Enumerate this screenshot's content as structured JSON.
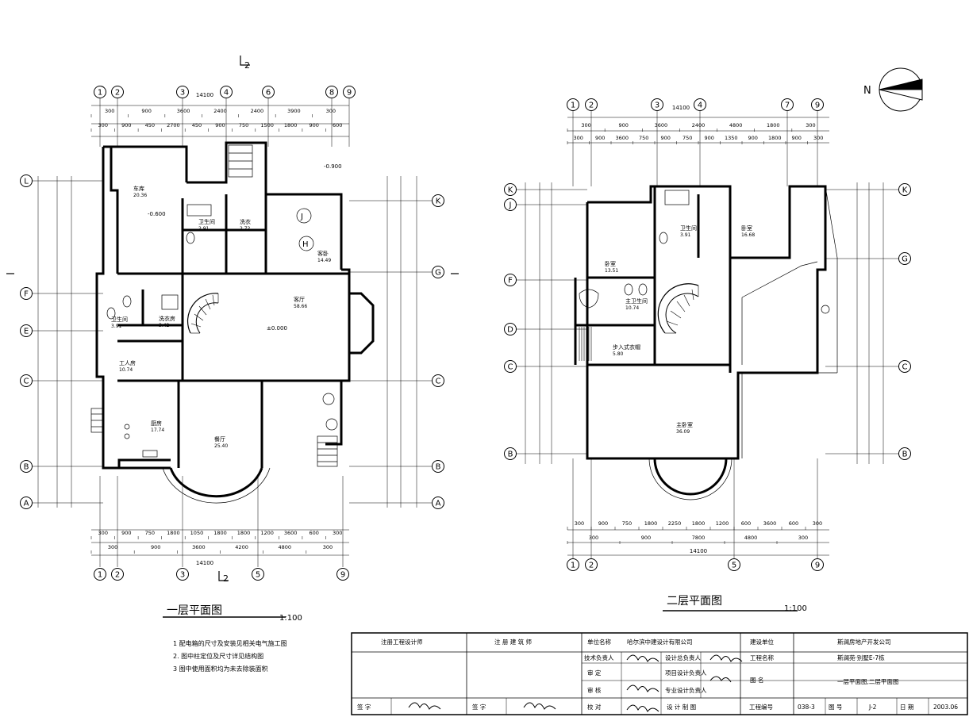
{
  "plan1": {
    "title": "一层平面图",
    "scale": "1:100",
    "top_axes": [
      "1",
      "2",
      "3",
      "4",
      "6",
      "8",
      "9"
    ],
    "bottom_axes": [
      "1",
      "2",
      "3",
      "5",
      "9"
    ],
    "left_axes": [
      "L",
      "F",
      "E",
      "C",
      "B",
      "A"
    ],
    "right_axes": [
      "K",
      "G",
      "C",
      "B",
      "A"
    ],
    "total_width": "14100",
    "top_dims_row1": [
      "300",
      "900",
      "3600",
      "2400",
      "2400",
      "3900",
      "300"
    ],
    "top_dims_row2": [
      "300",
      "900",
      "450",
      "2700",
      "450",
      "900",
      "750",
      "1500",
      "1800",
      "900",
      "600"
    ],
    "bottom_dims_row1": [
      "300",
      "900",
      "750",
      "1800",
      "1050",
      "1800",
      "1800",
      "1200",
      "3600",
      "600",
      "300"
    ],
    "bottom_dims_row2": [
      "300",
      "900",
      "3600",
      "4200",
      "4800",
      "300"
    ],
    "rooms": [
      {
        "name": "车库",
        "area": "20.36"
      },
      {
        "name": "卫生间",
        "area": "2.91"
      },
      {
        "name": "洗衣",
        "area": "2.72"
      },
      {
        "name": "客卧",
        "area": "14.49"
      },
      {
        "name": "客厅",
        "area": "58.66"
      },
      {
        "name": "卫生间",
        "area": "3.91"
      },
      {
        "name": "洗衣房",
        "area": "3.42"
      },
      {
        "name": "工人房",
        "area": "10.74"
      },
      {
        "name": "厨房",
        "area": "17.74"
      },
      {
        "name": "餐厅",
        "area": "25.40"
      }
    ],
    "elevations": [
      "-0.600",
      "-0.900",
      "±0.000"
    ],
    "section_mark": "2",
    "notes": [
      "1  配电箱的尺寸及安装见相关电气施工图",
      "2. 图中柱定位及尺寸详见结构图",
      "3  图中使用面积均为未去除装面积"
    ]
  },
  "plan2": {
    "title": "二层平面图",
    "scale": "1:100",
    "top_axes": [
      "1",
      "2",
      "3",
      "4",
      "7",
      "9"
    ],
    "bottom_axes": [
      "1",
      "2",
      "5",
      "9"
    ],
    "left_axes": [
      "K",
      "J",
      "F",
      "D",
      "C",
      "B"
    ],
    "right_axes": [
      "K",
      "G",
      "C",
      "B"
    ],
    "total_width": "14100",
    "top_dims_row1": [
      "300",
      "900",
      "3600",
      "2400",
      "4800",
      "1800",
      "300"
    ],
    "top_dims_row2": [
      "300",
      "900",
      "3600",
      "750",
      "900",
      "750",
      "900",
      "1350",
      "900",
      "1800",
      "900",
      "300"
    ],
    "bottom_dims_row1": [
      "300",
      "900",
      "750",
      "1800",
      "2250",
      "1800",
      "1200",
      "600",
      "3600",
      "600",
      "300"
    ],
    "bottom_dims_row2": [
      "300",
      "900",
      "7800",
      "4800",
      "300"
    ],
    "rooms": [
      {
        "name": "卧室",
        "area": "13.51"
      },
      {
        "name": "卫生间",
        "area": "3.91"
      },
      {
        "name": "卧室",
        "area": "16.68"
      },
      {
        "name": "主卫生间",
        "area": "10.74"
      },
      {
        "name": "步入式衣帽",
        "area": "5.80"
      },
      {
        "name": "主卧室",
        "area": "36.09"
      }
    ]
  },
  "compass": {
    "label": "N"
  },
  "title_block": {
    "reg_engineer": "注册工程设计师",
    "reg_architect": "注 册 建 筑 师",
    "unit_name_label": "单位名称",
    "unit_name": "哈尔滨中建设计有限公司",
    "client_label": "建设单位",
    "client": "斯澜房地产开发公司",
    "tech_lead": "技术负责人",
    "design_lead": "设计总负责人",
    "project_label": "工程名称",
    "project": "斯澜苑·别墅E-7栋",
    "review": "审      定",
    "project_design_lead": "项目设计负责人",
    "audit": "审      核",
    "discipline_lead": "专业设计负责人",
    "drawing_name_label": "图      名",
    "drawing_name": "一层平面图,二层平面图",
    "sign_label": "签      字",
    "sign_label2": "签      字",
    "check": "校      对",
    "design_draw": "设 计 制 图",
    "project_no_label": "工程编号",
    "project_no": "038-3",
    "drawing_no_label": "图      号",
    "drawing_no": "J-2",
    "date_label": "日      期",
    "date": "2003.06"
  }
}
